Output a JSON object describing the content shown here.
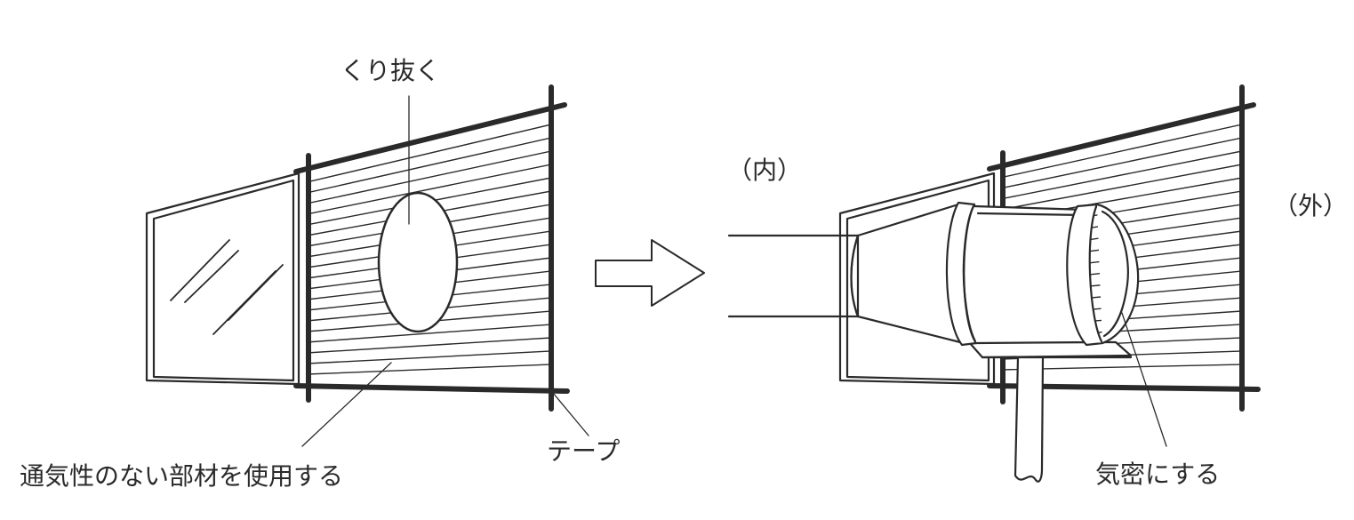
{
  "labels": {
    "cut_out": "くり抜く",
    "inside": "（内）",
    "outside": "（外）",
    "tape": "テープ",
    "non_breathable": "通気性のない部材を使用する",
    "airtight": "気密にする"
  },
  "colors": {
    "ink": "#2a2a2a",
    "background": "#ffffff"
  }
}
